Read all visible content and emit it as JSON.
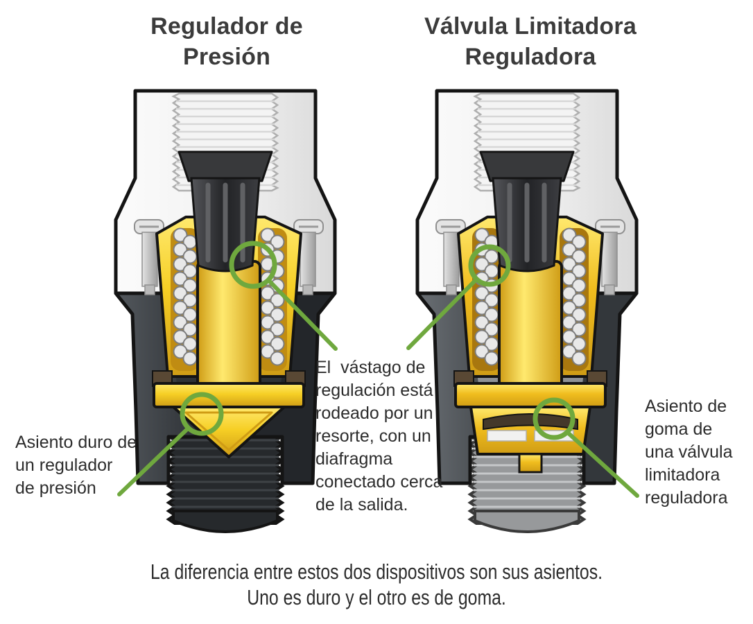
{
  "titles": {
    "left": [
      "Regulador de",
      "Presión"
    ],
    "right": [
      "Válvula Limitadora",
      "Reguladora"
    ]
  },
  "labels": {
    "hard_seat": [
      "Asiento duro de",
      "un regulador",
      "de presión"
    ],
    "stem_spring": [
      "El  vástago de",
      "regulación está",
      "rodeado por un",
      "resorte, con un",
      "diafragma",
      "conectado cerca",
      "de la salida."
    ],
    "rubber_seat": [
      "Asiento de",
      "goma de",
      "una válvula",
      "limitadora",
      "reguladora"
    ]
  },
  "caption": [
    "La diferencia entre estos dos dispositivos son sus asientos.",
    "Uno es duro y el otro es de goma."
  ],
  "colors": {
    "annotation_green": "#6fa83e",
    "title_text": "#3b3b3b",
    "label_text": "#2c2c2c",
    "brass_yellow": "#f6cf25",
    "brass_highlight": "#ffe96e",
    "brass_shadow": "#cf9c15",
    "left_valve_threads": "#26292c",
    "right_valve_threads": "#97999b",
    "rubber_seat_brown": "#44382a",
    "spring_gray": "#e8e8e8",
    "outline_black": "#141414"
  }
}
